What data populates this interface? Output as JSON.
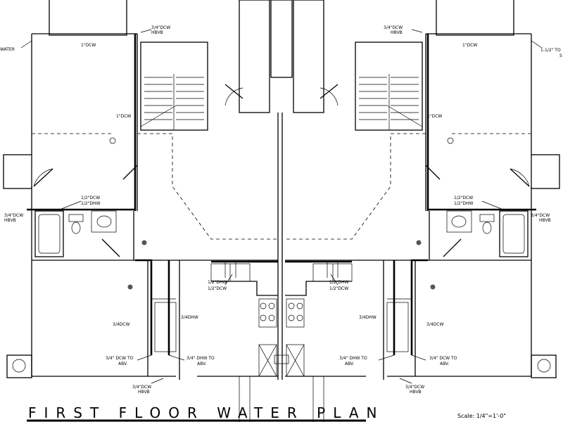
{
  "title": "FIRST FLOOR WATER PLAN",
  "scale": "Scale: 1/4\"=1'-0\"",
  "labels": {
    "water": "WATER",
    "hb_l": "3/4\"DCW",
    "hb_l2": "HBVB",
    "hb_r": "3/4\"DCW",
    "hb_r2": "HBVB",
    "dcw1_l": "1\"DCW",
    "dcw1_r": "1\"DCW",
    "to_r": "1-1/2\" TO",
    "to_r2": "S",
    "dcw1b_l": "1\"DCW",
    "dcw1b_r": "1\"DCW",
    "half_dcw_l": "1/2\"DCW",
    "half_dhw_l": "1/2\"DHW",
    "half_dcw_r": "1/2\"DCW",
    "half_dhw_r": "1/2\"DHW",
    "side_l": "3/4\"DCW",
    "side_l2": "HBVB",
    "side_r": "3/4\"DCW",
    "side_r2": "HBVB",
    "k_dhw_l": "1/2\"DHW",
    "k_dcw_l": "1/2\"DCW",
    "k_dhw_r": "1/2\"DHW",
    "k_dcw_r": "1/2\"DCW",
    "v_dcw_l": "3/4DCW",
    "v_dhw_l": "3/4DHW",
    "v_dhw_r": "3/4DHW",
    "v_dcw_r": "3/4DCW",
    "abv_dcw_l": "3/4\" DCW TO",
    "abv_dcw_l2": "ABV.",
    "abv_dhw_l": "3/4\" DHW TO",
    "abv_dhw_l2": "ABV.",
    "abv_dhw_r": "3/4\" DHW TO",
    "abv_dhw_r2": "ABV.",
    "abv_dcw_r": "3/4\" DCW TO",
    "abv_dcw_r2": "ABV.",
    "bot_l": "3/4\"DCW",
    "bot_l2": "HBVB",
    "bot_r": "3/4\"DCW",
    "bot_r2": "HBVB"
  }
}
